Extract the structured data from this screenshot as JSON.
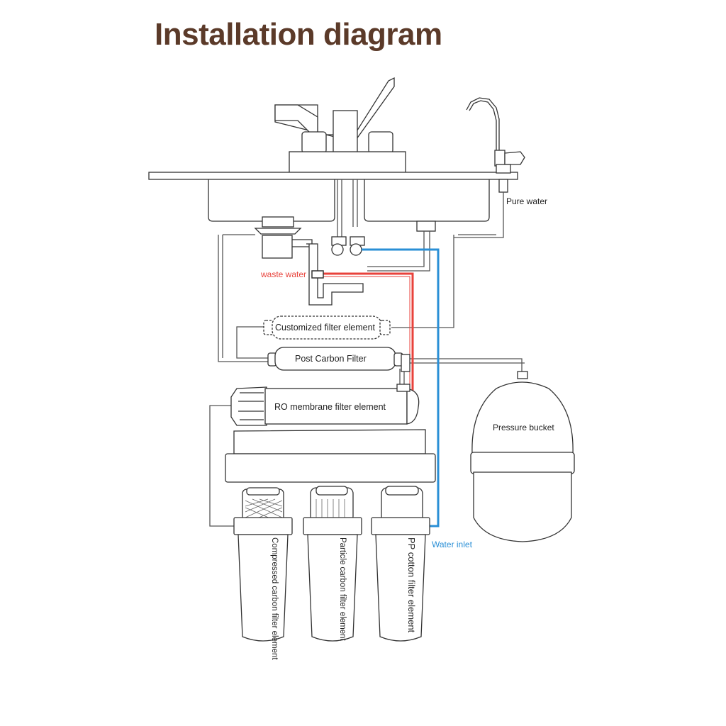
{
  "title": "Installation diagram",
  "labels": {
    "pure_water": "Pure water",
    "waste_water": "waste water",
    "customized_filter": "Customized filter element",
    "post_carbon": "Post Carbon Filter",
    "ro_membrane": "RO membrane filter element",
    "pressure_bucket": "Pressure bucket",
    "water_inlet": "Water inlet",
    "compressed_carbon": "Compressed carbon filter element",
    "particle_carbon": "Particle carbon filter element",
    "pp_cotton": "PP cotton filter element"
  },
  "colors": {
    "title": "#5b3a29",
    "waste_line": "#e8423b",
    "inlet_line": "#2a8fd6",
    "outline": "#333333"
  }
}
